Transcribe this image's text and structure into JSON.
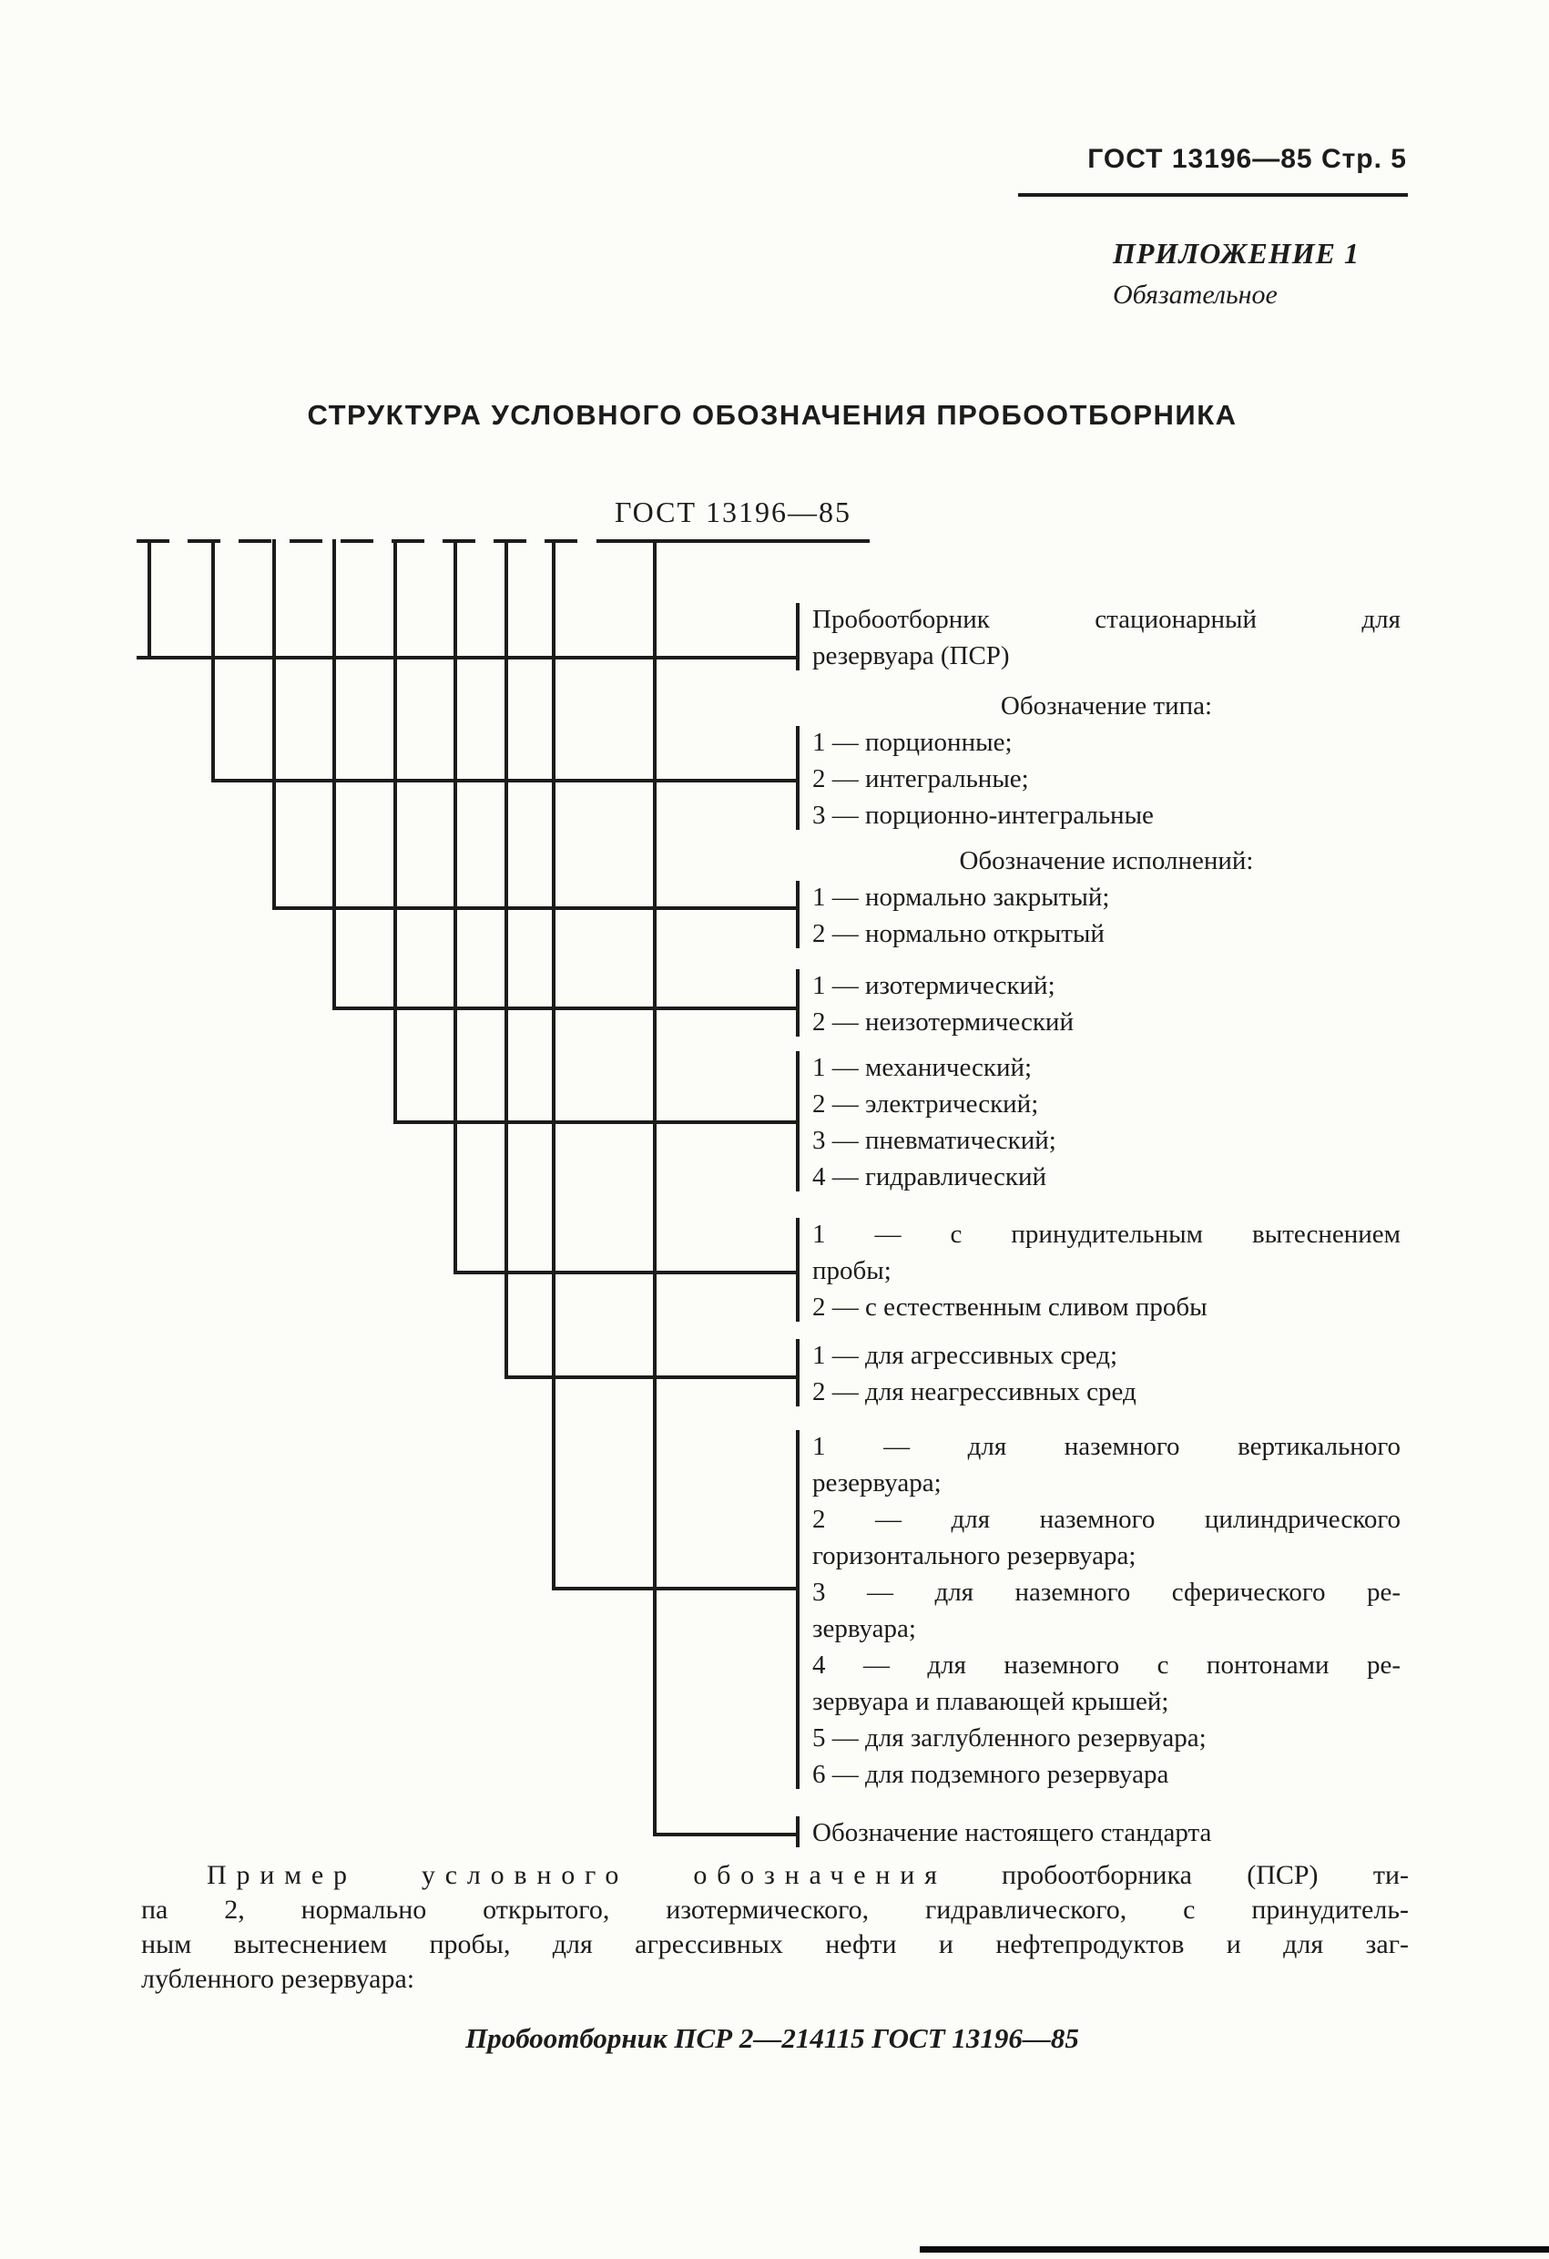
{
  "page": {
    "header": "ГОСТ 13196—85  Стр. 5",
    "appendix_title": "ПРИЛОЖЕНИЕ 1",
    "appendix_subtitle": "Обязательное",
    "title": "СТРУКТУРА УСЛОВНОГО ОБОЗНАЧЕНИЯ ПРОБООТБОРНИКА",
    "diagram_root": "ГОСТ 13196—85"
  },
  "diagram": {
    "rows": [
      {
        "heading": "",
        "lines": [
          "Пробоотборник стационарный для",
          "резервуара (ПСР)"
        ]
      },
      {
        "heading": "Обозначение типа:",
        "lines": [
          "1 — порционные;",
          "2 — интегральные;",
          "3 — порционно-интегральные"
        ]
      },
      {
        "heading": "Обозначение исполнений:",
        "lines": [
          "1 — нормально закрытый;",
          "2 — нормально открытый"
        ]
      },
      {
        "heading": "",
        "lines": [
          "1 — изотермический;",
          "2 — неизотермический"
        ]
      },
      {
        "heading": "",
        "lines": [
          "1 — механический;",
          "2 — электрический;",
          "3 — пневматический;",
          "4 — гидравлический"
        ]
      },
      {
        "heading": "",
        "lines": [
          "1 — с принудительным вытеснением",
          "пробы;",
          "2 — с естественным сливом пробы"
        ]
      },
      {
        "heading": "",
        "lines": [
          "1 — для агрессивных сред;",
          "2 — для неагрессивных сред"
        ]
      },
      {
        "heading": "",
        "lines": [
          "1 — для наземного вертикального",
          "резервуара;",
          "2 — для наземного цилиндрического",
          "горизонтального резервуара;",
          "3 — для наземного сферического ре-",
          "зервуара;",
          "4 — для наземного с понтонами ре-",
          "зервуара и плавающей крышей;",
          "5 — для заглубленного резервуара;",
          "6 — для подземного резервуара"
        ]
      },
      {
        "heading": "",
        "lines": [
          "Обозначение настоящего стандарта"
        ]
      }
    ]
  },
  "example": {
    "line1_lead": "Пример условного обозначения",
    "line1_rest": "пробоотборника (ПСР) ти-",
    "lines": [
      "па 2, нормально открытого, изотермического, гидравлического, с принудитель-",
      "ным вытеснением пробы, для агрессивных нефти и нефтепродуктов и для заг-",
      "лубленного резервуара:"
    ],
    "designation": "Пробоотборник ПСР 2—214115 ГОСТ 13196—85"
  },
  "colors": {
    "ink": "#1c1c1c",
    "paper": "#fcfcf8"
  }
}
